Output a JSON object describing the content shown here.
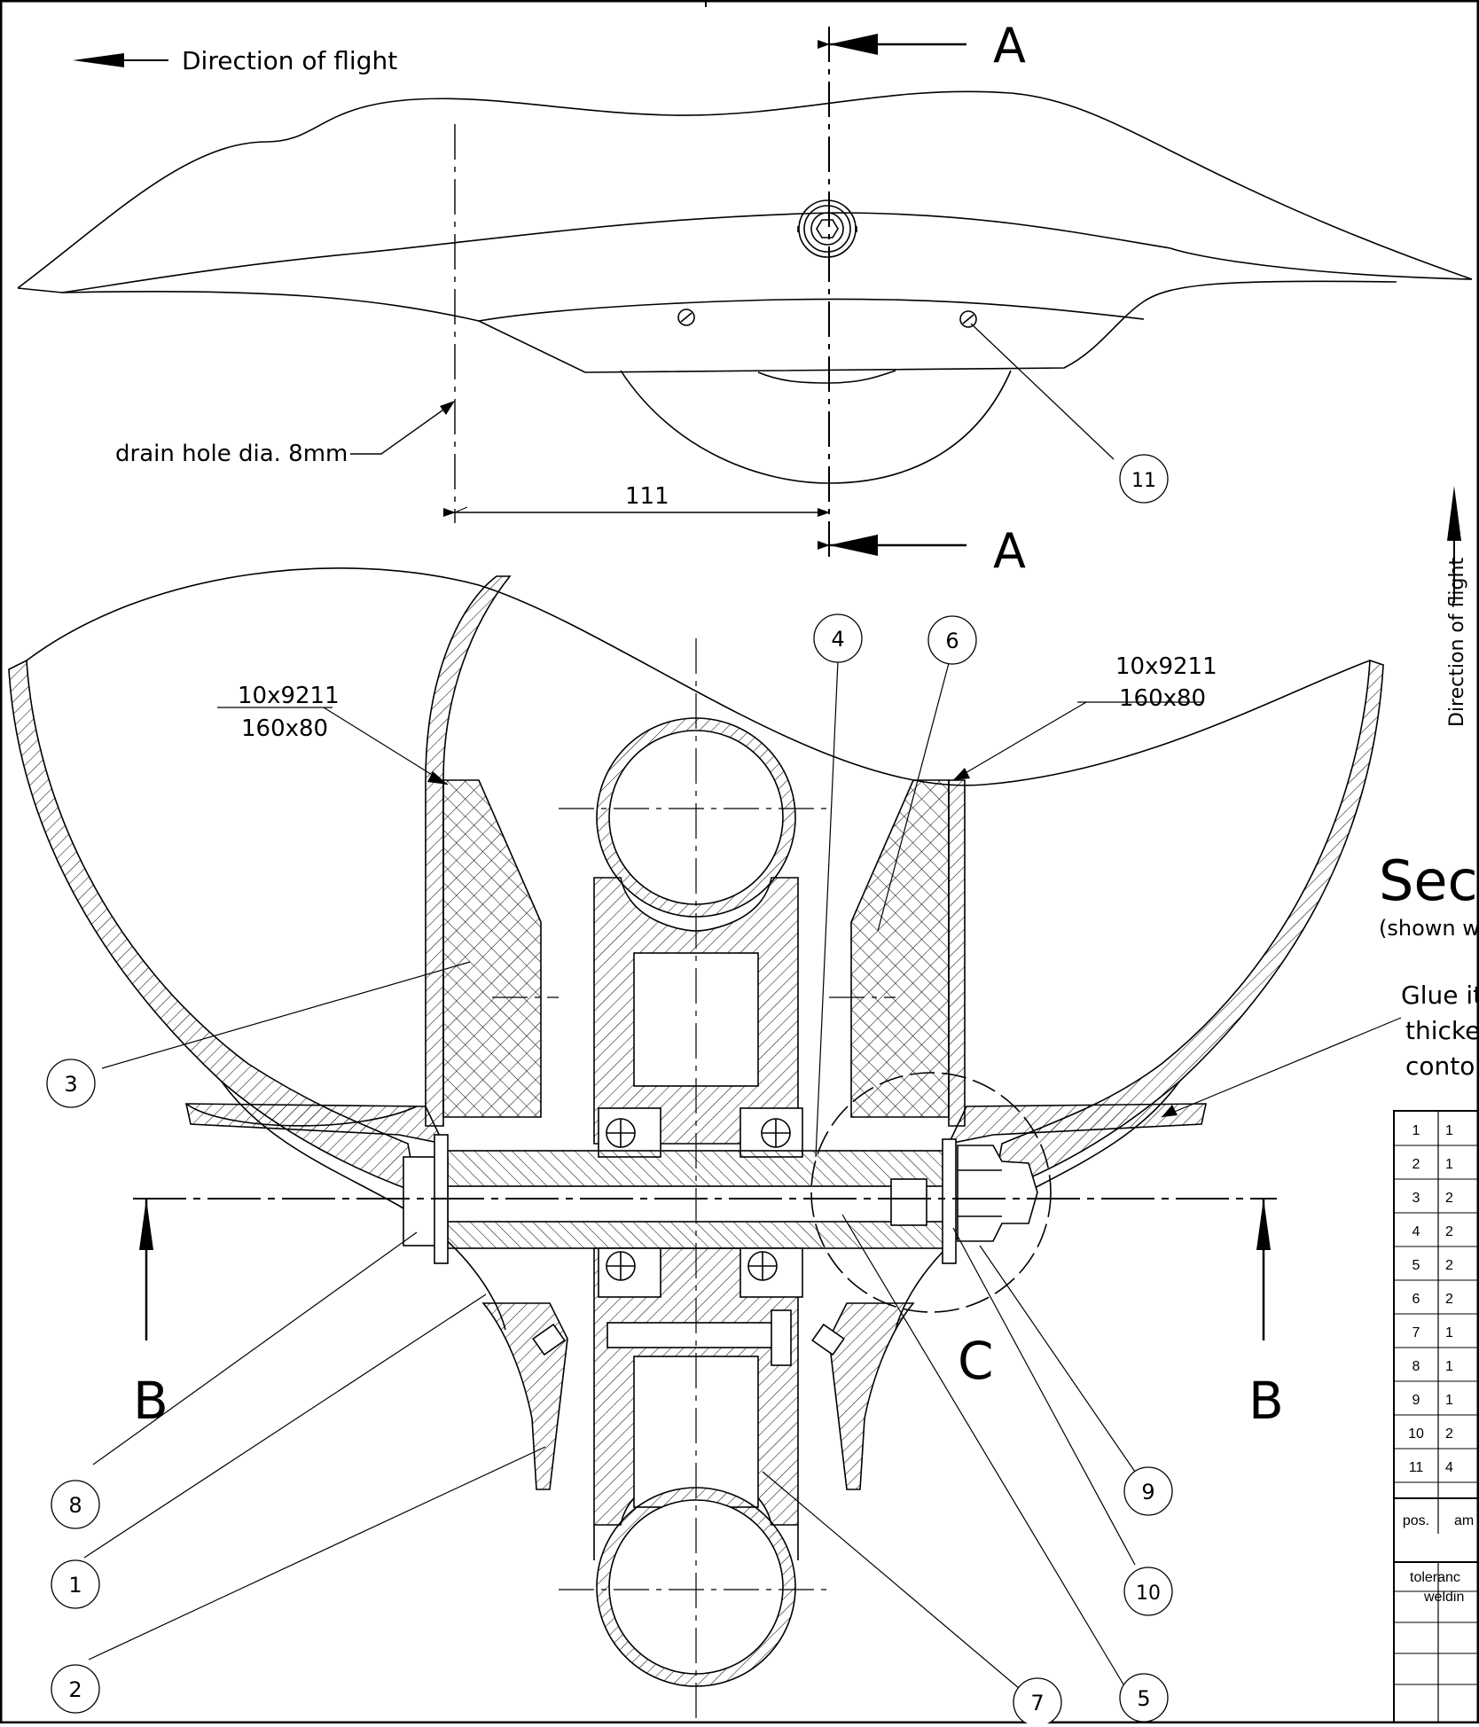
{
  "annotations": {
    "direction_of_flight_top": "Direction of flight",
    "direction_of_flight_side": "Direction of flight",
    "drain_hole": "drain hole dia. 8mm",
    "dimension_111": "111",
    "section_letter_a_top": "A",
    "section_letter_a_bottom": "A",
    "section_letter_b_left": "B",
    "section_letter_b_right": "B",
    "detail_letter_c": "C",
    "weld_left_top": "10x9211",
    "weld_left_bottom": "160x80",
    "weld_right_top": "10x9211",
    "weld_right_bottom": "160x80",
    "section_title": "Sect",
    "section_subtitle": "(shown w",
    "glue_line1": "Glue ite",
    "glue_line2": "thicker",
    "glue_line3": "contour"
  },
  "balloons": [
    "1",
    "2",
    "3",
    "4",
    "5",
    "6",
    "7",
    "8",
    "9",
    "10",
    "11"
  ],
  "bom": {
    "rows": [
      {
        "pos": "1",
        "amount": "1"
      },
      {
        "pos": "2",
        "amount": "1"
      },
      {
        "pos": "3",
        "amount": "2"
      },
      {
        "pos": "4",
        "amount": "2"
      },
      {
        "pos": "5",
        "amount": "2"
      },
      {
        "pos": "6",
        "amount": "2"
      },
      {
        "pos": "7",
        "amount": "1"
      },
      {
        "pos": "8",
        "amount": "1"
      },
      {
        "pos": "9",
        "amount": "1"
      },
      {
        "pos": "10",
        "amount": "2"
      },
      {
        "pos": "11",
        "amount": "4"
      }
    ],
    "header_pos": "pos.",
    "header_amount": "am",
    "tolerance_line1": "toleranc",
    "tolerance_line2": "weldin"
  },
  "colors": {
    "ink": "#000000",
    "paper": "#ffffff"
  }
}
